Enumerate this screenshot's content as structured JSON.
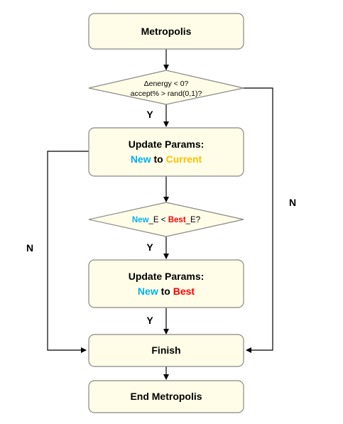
{
  "colors": {
    "box_fill": "#FFFDE7",
    "box_border": "#888888",
    "new": "#00B0F0",
    "current": "#FFC000",
    "best": "#FF0000",
    "text": "#000000"
  },
  "nodes": {
    "metropolis": "Metropolis",
    "decision1_line1": "Δenergy < 0?",
    "decision1_line2": "accept% > rand(0,1)?",
    "update1_line1": "Update Params:",
    "update1_new": "New",
    "update1_to": " to ",
    "update1_current": "Current",
    "decision2_new": "New",
    "decision2_mid": "_E < ",
    "decision2_best": "Best",
    "decision2_end": "_E?",
    "update2_line1": "Update Params:",
    "update2_new": "New",
    "update2_to": " to ",
    "update2_best": "Best",
    "finish": "Finish",
    "end": "End Metropolis"
  },
  "edge_labels": {
    "yes1": "Y",
    "yes2": "Y",
    "yes3": "Y",
    "no_right": "N",
    "no_left": "N"
  }
}
